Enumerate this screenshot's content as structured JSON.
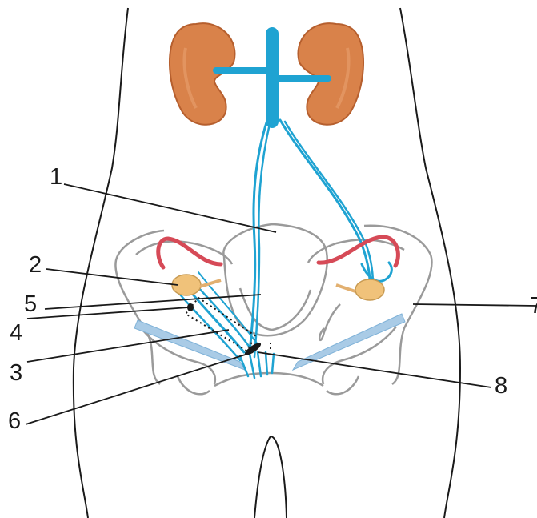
{
  "figure": {
    "background": "#ffffff",
    "colors": {
      "outline": "#1a1a1a",
      "pelvis": "#9a9a9a",
      "kidney": "#d9824a",
      "kidney_shade": "#b65f2e",
      "vessel": "#1fa3d2",
      "tube": "#d64a57",
      "ovary": "#f0c27a",
      "ligament": "#a9cbe6",
      "leader": "#1a1a1a"
    },
    "callouts": [
      {
        "id": "c1",
        "label": "1"
      },
      {
        "id": "c2",
        "label": "2"
      },
      {
        "id": "c3",
        "label": "3"
      },
      {
        "id": "c4",
        "label": "4"
      },
      {
        "id": "c5",
        "label": "5"
      },
      {
        "id": "c6",
        "label": "6"
      },
      {
        "id": "c7",
        "label": "7"
      },
      {
        "id": "c8",
        "label": "8"
      }
    ]
  }
}
